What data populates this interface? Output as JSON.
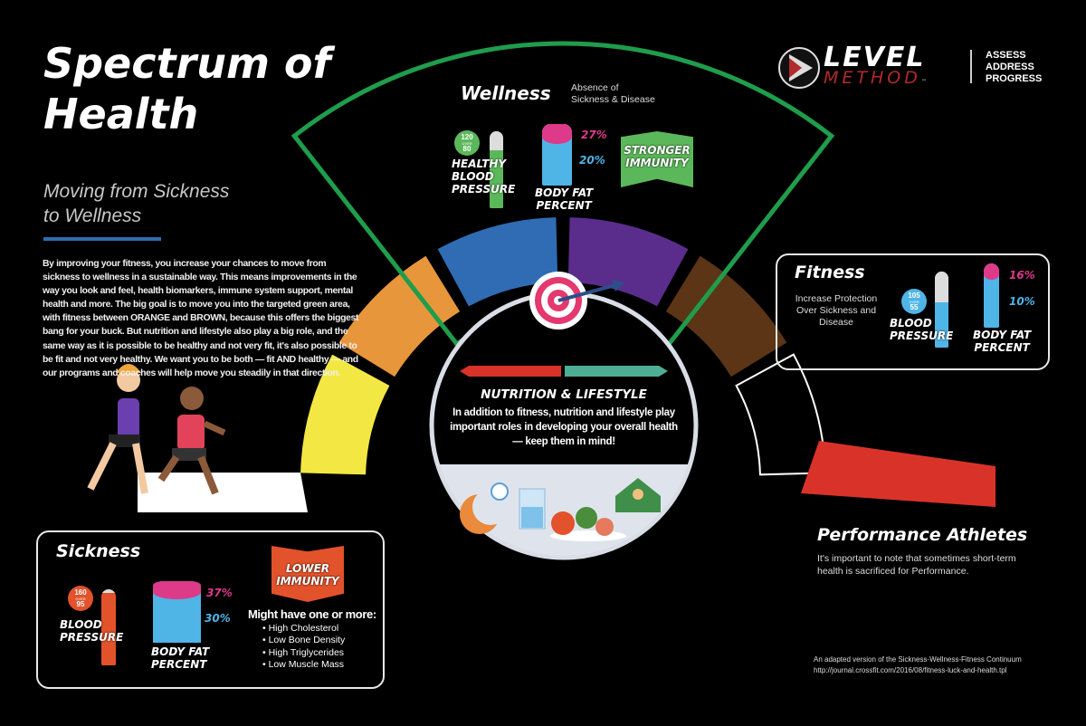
{
  "title_line1": "Spectrum of",
  "title_line2": "Health",
  "subtitle_line1": "Moving from Sickness",
  "subtitle_line2": "to Wellness",
  "intro": "By improving your fitness, you increase your chances to move from sickness to wellness in a sustainable way. This means improvements in the way you look and feel, health biomarkers, immune system support, mental health and more. The big goal is to move you into the targeted green area, with fitness between ORANGE and BROWN, because this offers the biggest bang for your buck. But nutrition and lifestyle also play a big role, and the same way as it is possible to be healthy and not very fit, it's also possible to be fit and not very healthy. We want you to be both — fit AND healthy — and our programs and coaches will help move you steadily in that direction.",
  "logo": {
    "word1": "LEVEL",
    "word2": "METHOD",
    "tm": "™",
    "tag1": "ASSESS",
    "tag2": "ADDRESS",
    "tag3": "PROGRESS"
  },
  "spectrum_colors": [
    "#f3e843",
    "#e8963b",
    "#2f6cb3",
    "#5a2d8c",
    "#5b3516",
    "#000000"
  ],
  "colors": {
    "green": "#1f9d4c",
    "red": "#d93329",
    "blue_bar": "#4fb4e6",
    "pink_bar": "#de3a8a",
    "sick_orange": "#e2522b",
    "healthy_green": "#5bb85a"
  },
  "wellness": {
    "title": "Wellness",
    "desc_line1": "Absence of",
    "desc_line2": "Sickness & Disease",
    "bp": {
      "sys": "120",
      "over": "OVER",
      "dia": "80",
      "label1": "HEALTHY",
      "label2": "BLOOD",
      "label3": "PRESSURE",
      "fill": 0.75
    },
    "bodyfat": {
      "high": "27%",
      "low": "20%",
      "label1": "BODY FAT",
      "label2": "PERCENT"
    },
    "immunity1": "STRONGER",
    "immunity2": "IMMUNITY"
  },
  "fitness": {
    "title": "Fitness",
    "desc_line1": "Increase Protection",
    "desc_line2": "Over Sickness and",
    "desc_line3": "Disease",
    "bp": {
      "sys": "105",
      "over": "OVER",
      "dia": "55",
      "label1": "BLOOD",
      "label2": "PRESSURE",
      "fill": 0.6
    },
    "bodyfat": {
      "high": "16%",
      "low": "10%",
      "label1": "BODY FAT",
      "label2": "PERCENT"
    }
  },
  "sickness": {
    "title": "Sickness",
    "bp": {
      "sys": "160",
      "over": "OVER",
      "dia": "95",
      "label1": "BLOOD",
      "label2": "PRESSURE",
      "fill": 0.95
    },
    "bodyfat": {
      "high": "37%",
      "low": "30%",
      "label1": "BODY FAT",
      "label2": "PERCENT"
    },
    "immunity1": "LOWER",
    "immunity2": "IMMUNITY",
    "list_title": "Might have one or more:",
    "list": [
      "• High Cholesterol",
      "• Low Bone Density",
      "• High Triglycerides",
      "• Low Muscle Mass"
    ]
  },
  "nutrition": {
    "title": "NUTRITION & LIFESTYLE",
    "line1": "In addition to fitness, nutrition and lifestyle play",
    "line2": "important roles in developing your overall health",
    "line3": "— keep them in mind!"
  },
  "performance": {
    "title": "Performance Athletes",
    "line1": "It's important to note that sometimes short-term",
    "line2": "health is sacrificed for Performance."
  },
  "footer": {
    "line1": "An adapted version of the Sickness-Wellness-Fitness Continuum",
    "line2": "http://journal.crossfit.com/2016/08/fitness-luck-and-health.tpl"
  }
}
